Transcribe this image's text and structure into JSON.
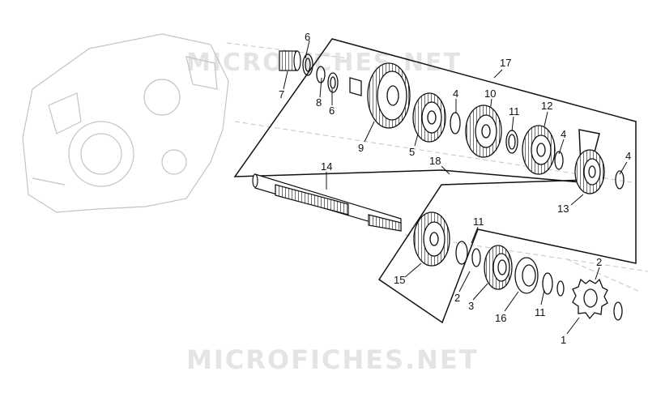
{
  "watermark": {
    "text": "MICROFICHES.NET"
  },
  "colors": {
    "ink": "#111111",
    "ghost": "#c4c4c4",
    "watermark": "#e4e4e4",
    "background": "#ffffff"
  },
  "diagram": {
    "part_labels": [
      {
        "id": "label-6a",
        "text": "6"
      },
      {
        "id": "label-7",
        "text": "7"
      },
      {
        "id": "label-8",
        "text": "8"
      },
      {
        "id": "label-6b",
        "text": "6"
      },
      {
        "id": "label-17",
        "text": "17"
      },
      {
        "id": "label-9",
        "text": "9"
      },
      {
        "id": "label-5",
        "text": "5"
      },
      {
        "id": "label-4a",
        "text": "4"
      },
      {
        "id": "label-10",
        "text": "10"
      },
      {
        "id": "label-11a",
        "text": "11"
      },
      {
        "id": "label-12",
        "text": "12"
      },
      {
        "id": "label-4b",
        "text": "4"
      },
      {
        "id": "label-4c",
        "text": "4"
      },
      {
        "id": "label-18",
        "text": "18"
      },
      {
        "id": "label-14",
        "text": "14"
      },
      {
        "id": "label-13",
        "text": "13"
      },
      {
        "id": "label-11b",
        "text": "11"
      },
      {
        "id": "label-15",
        "text": "15"
      },
      {
        "id": "label-2a",
        "text": "2"
      },
      {
        "id": "label-2b",
        "text": "2"
      },
      {
        "id": "label-3",
        "text": "3"
      },
      {
        "id": "label-16",
        "text": "16"
      },
      {
        "id": "label-11c",
        "text": "11"
      },
      {
        "id": "label-1",
        "text": "1"
      }
    ]
  }
}
